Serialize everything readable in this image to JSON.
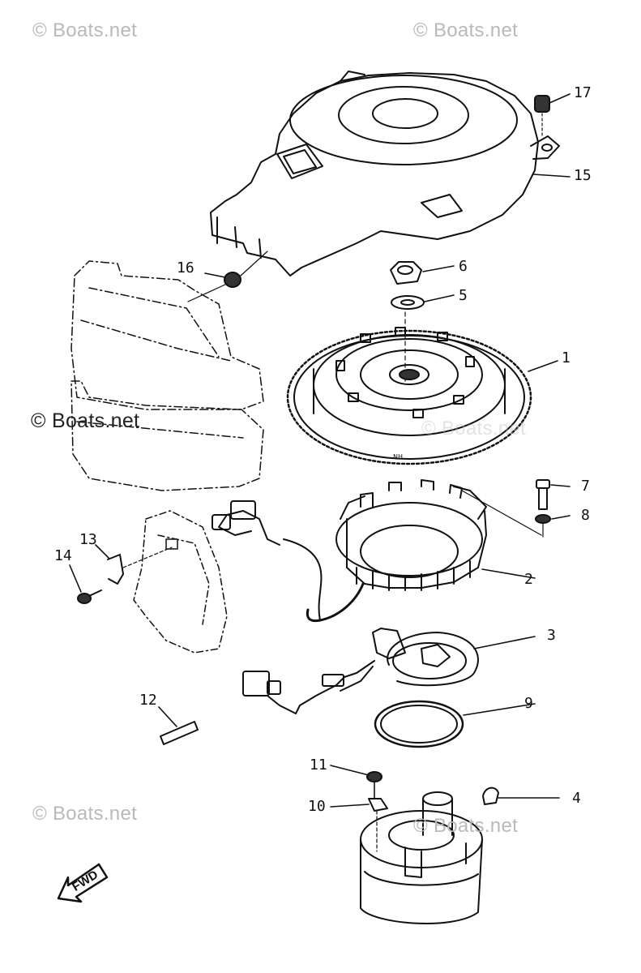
{
  "watermarks": [
    {
      "text": "© Boats.net"
    },
    {
      "text": "© Boats.net"
    },
    {
      "text": "© Boats.net"
    },
    {
      "text": "© Boats.net"
    },
    {
      "text": "© Boats.net"
    },
    {
      "text": "© Boats.net"
    }
  ],
  "callouts": {
    "c1": "1",
    "c2": "2",
    "c3": "3",
    "c4": "4",
    "c5": "5",
    "c6": "6",
    "c7": "7",
    "c8": "8",
    "c9": "9",
    "c10": "10",
    "c11": "11",
    "c12": "12",
    "c13": "13",
    "c14": "14",
    "c15": "15",
    "c16": "16",
    "c17": "17"
  },
  "fwd_label": "FWD",
  "small_marks": {
    "m1": "NH"
  }
}
